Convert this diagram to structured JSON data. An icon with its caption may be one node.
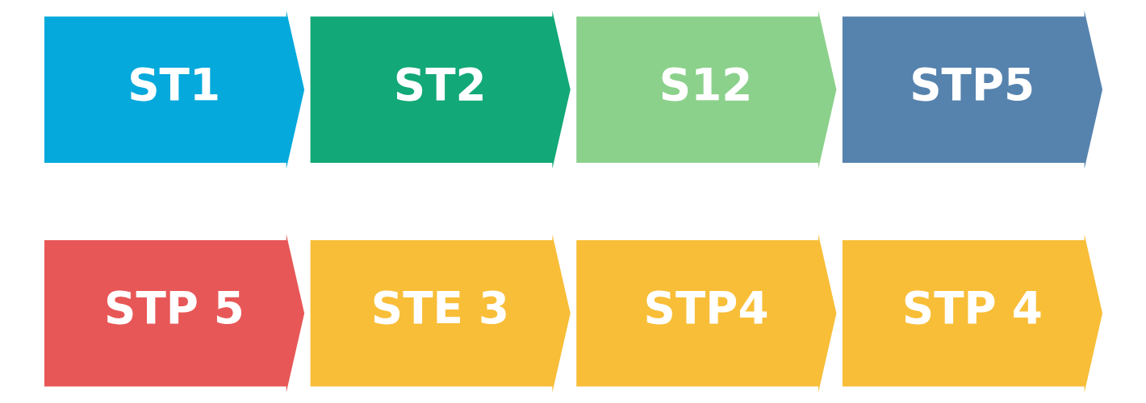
{
  "diagram": {
    "nodes": [
      {
        "text": [
          "ST1"
        ]
      },
      {
        "text": [
          "ST2"
        ]
      },
      {
        "text": [
          "S12"
        ]
      },
      {
        "text": [
          "STP5"
        ]
      },
      {
        "text": [
          "STP 5"
        ]
      },
      {
        "text": [
          "STE 3"
        ]
      },
      {
        "text": [
          "STP4"
        ]
      },
      {
        "text": [
          "STP 4"
        ]
      }
    ]
  }
}
